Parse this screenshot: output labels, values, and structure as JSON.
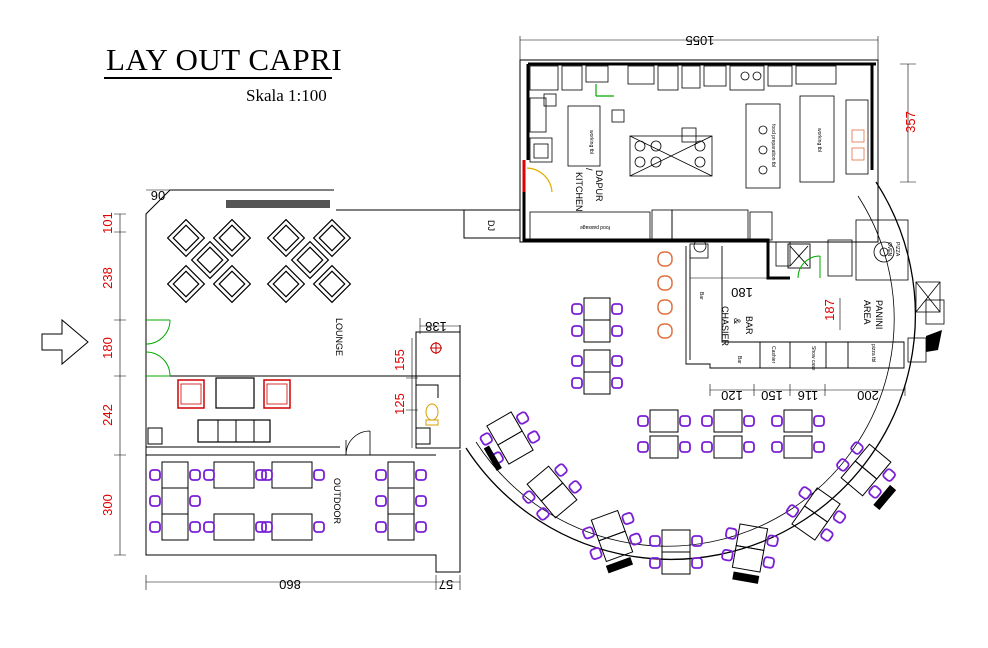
{
  "title": "LAY OUT CAPRI",
  "scale": "Skala 1:100",
  "areas": {
    "lounge": "LOUNGE",
    "outdoor": "OUTDOOR",
    "kitchen_1": "DAPUR",
    "kitchen_2": "/",
    "kitchen_3": "KITCHEN",
    "dj": "DJ",
    "bar_1": "BAR",
    "bar_2": "&",
    "bar_3": "CHASIER",
    "panini_1": "PANINI",
    "panini_2": "AREA",
    "pizza_oven_1": "PIZZA",
    "pizza_oven_2": "OVEN"
  },
  "counters": {
    "bar": "Bar",
    "bar2": "Bar",
    "cashier": "Cashier",
    "show_case": "Show case",
    "pizza_tbl": "pizza tbl",
    "working_tbl": "working tbl",
    "working_tbl2": "working tbl",
    "food_preparation_tbl": "food preparation tbl",
    "food_passage": "food passage"
  },
  "dimensions": {
    "top_width": "1055",
    "right_height": "357",
    "left_gap": "06",
    "left_101": "101",
    "left_238": "238",
    "left_180": "180",
    "left_242": "242",
    "left_300": "300",
    "bottom_860": "860",
    "bottom_57": "57",
    "wc_138": "138",
    "wc_155": "155",
    "wc_125": "125",
    "bar_180": "180",
    "bar_187": "187",
    "bar_120": "120",
    "bar_150": "150",
    "bar_116": "116",
    "bar_200": "200"
  },
  "colors": {
    "chair": "#7a1fd6",
    "dimension": "#e00000",
    "lounge_chair": "#d00000",
    "stool": "#e07040",
    "wall": "#000000"
  }
}
